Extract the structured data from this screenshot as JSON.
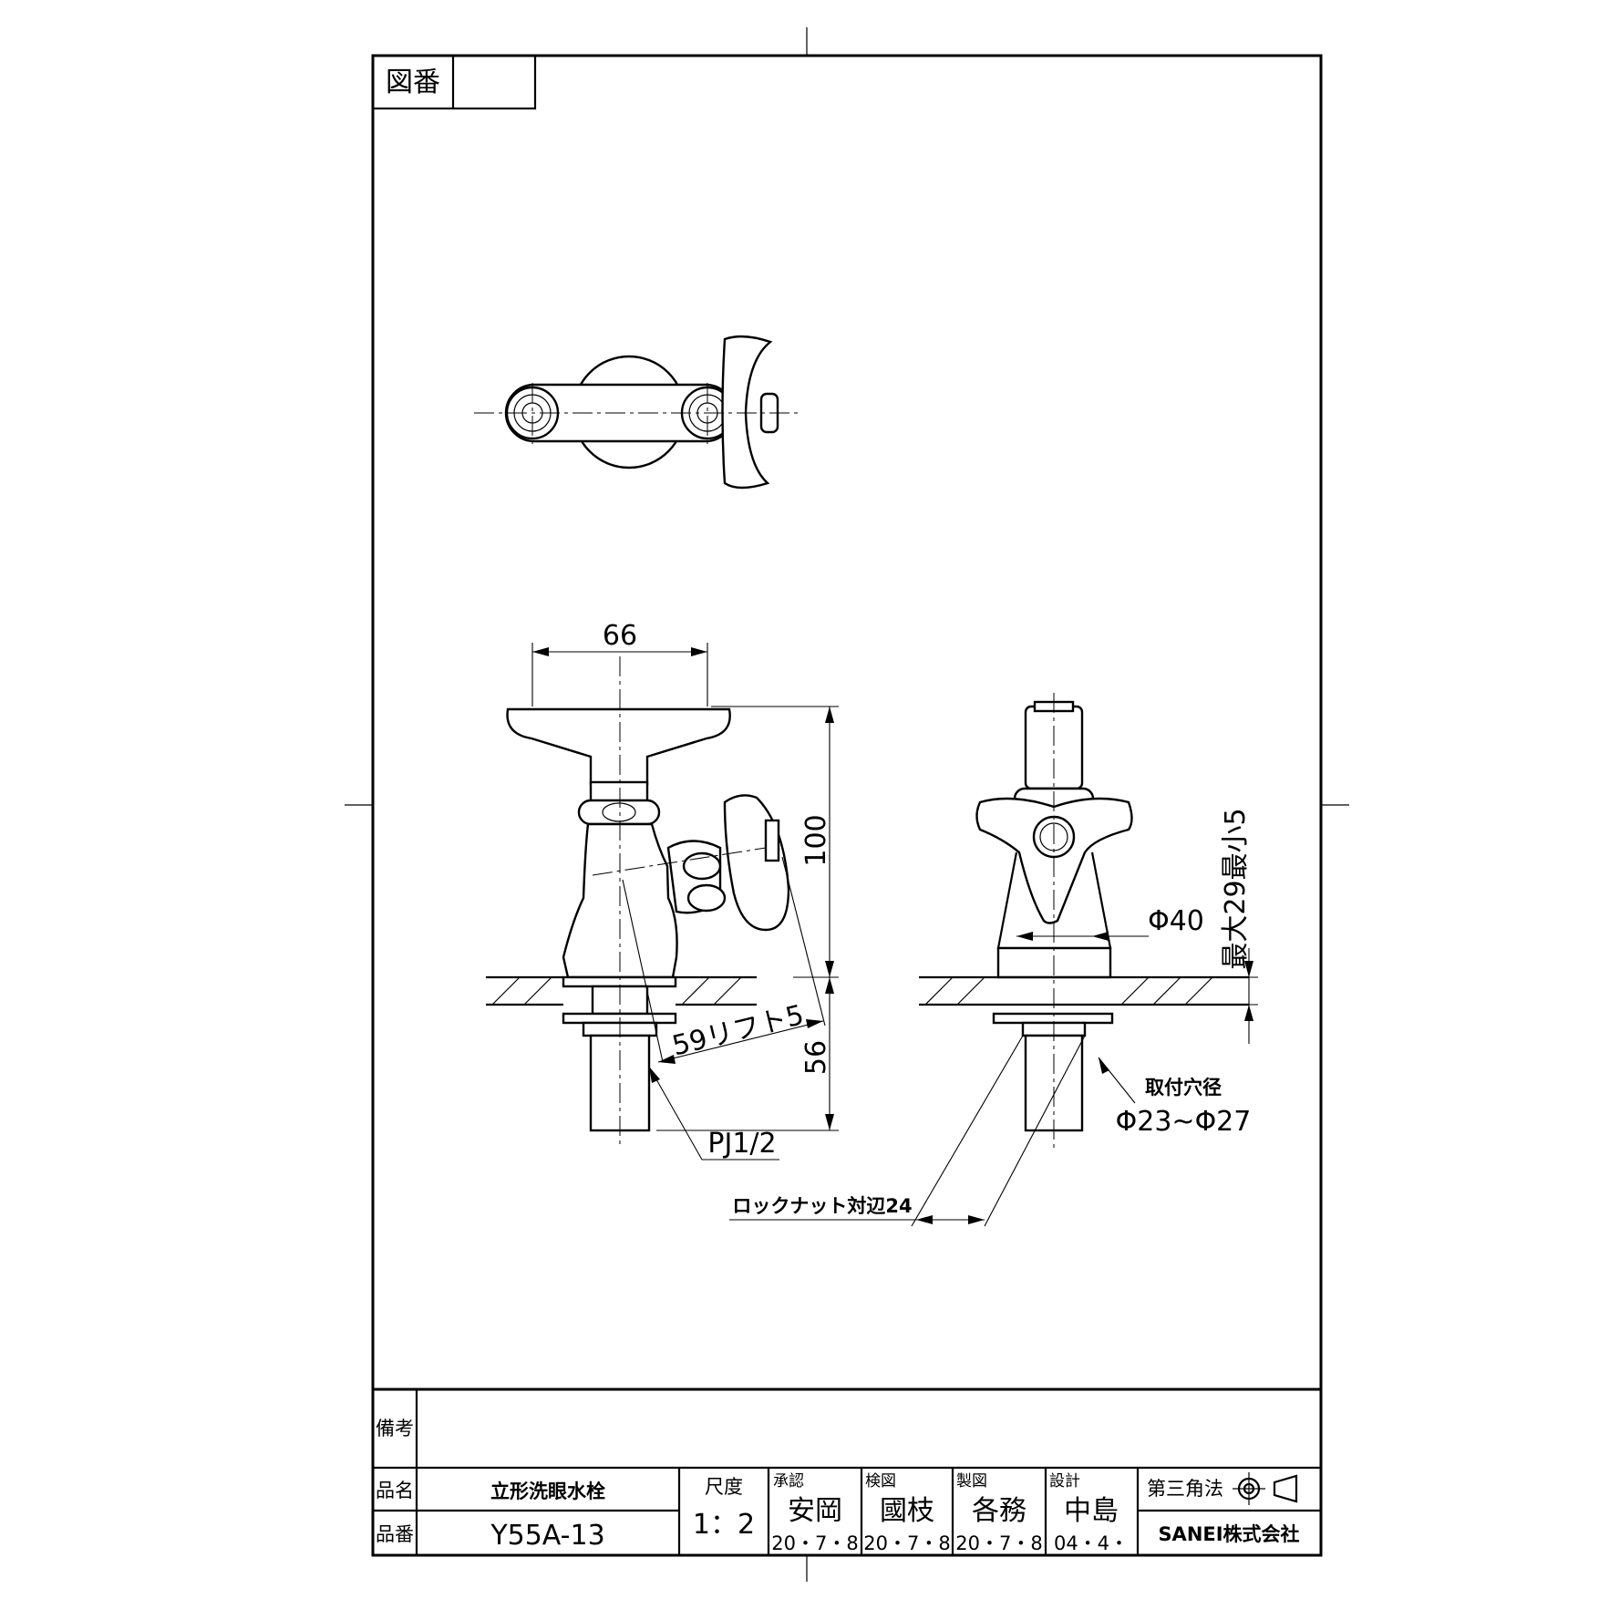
{
  "drawing_number_label": "図番",
  "drawing_number_value": "",
  "dimensions": {
    "width_66": "66",
    "height_100": "100",
    "height_56": "56",
    "lift": "59リフト5",
    "thread": "PJ1/2",
    "dia_40": "Φ40",
    "thickness": "最大29最小5",
    "hole_label": "取付穴径",
    "hole_value": "Φ23~Φ27",
    "locknut": "ロックナット対辺24"
  },
  "title_block": {
    "remarks_label": "備考",
    "remarks_value": "",
    "name_label": "品名",
    "name_value": "立形洗眼水栓",
    "number_label": "品番",
    "number_value": "Y55A-13",
    "scale_label": "尺度",
    "scale_value": "1：2",
    "approved_label": "承認",
    "approved_name": "安岡",
    "approved_date": "20・7・8",
    "checked_label": "検図",
    "checked_name": "國枝",
    "checked_date": "20・7・8",
    "drawn_label": "製図",
    "drawn_name": "各務",
    "drawn_date": "20・7・8",
    "design_label": "設計",
    "design_name": "中島",
    "design_date": "04・4・",
    "projection_label": "第三角法",
    "company": "SANEI株式会社"
  }
}
